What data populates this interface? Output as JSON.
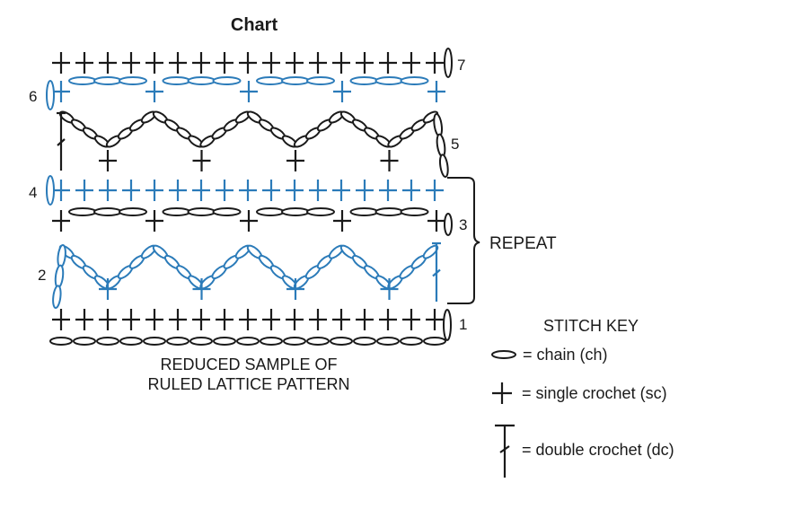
{
  "chart": {
    "title": "Chart",
    "caption_line1": "REDUCED SAMPLE OF",
    "caption_line2": "RULED LATTICE PATTERN",
    "repeat_label": "REPEAT",
    "row_numbers": {
      "r1": "1",
      "r2": "2",
      "r3": "3",
      "r4": "4",
      "r5": "5",
      "r6": "6",
      "r7": "7"
    }
  },
  "stitch_key": {
    "title": "STITCH KEY",
    "chain": "= chain (ch)",
    "single_crochet": "= single crochet (sc)",
    "double_crochet": "= double crochet (dc)"
  },
  "colors": {
    "black": "#1a1a1a",
    "blue": "#2b7bb9"
  }
}
